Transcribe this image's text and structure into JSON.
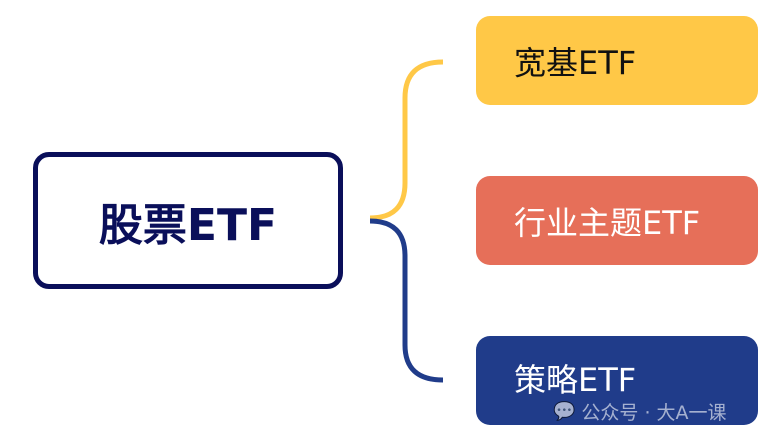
{
  "root": {
    "label": "股票ETF",
    "color": "#0A0F5A"
  },
  "branches": [
    {
      "label": "宽基ETF",
      "bg": "#FFC847",
      "fg": "#111111"
    },
    {
      "label": "行业主题ETF",
      "bg": "#E66F59",
      "fg": "#FFFFFF"
    },
    {
      "label": "策略ETF",
      "bg": "#203C8A",
      "fg": "#FFFFFF"
    }
  ],
  "watermark": {
    "icon": "wechat-icon",
    "text": "公众号 · 大A一课"
  }
}
